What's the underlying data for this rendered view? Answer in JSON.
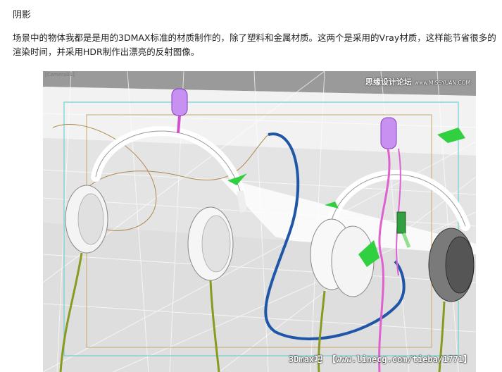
{
  "article": {
    "heading": "阴影",
    "paragraph": "场景中的物体我都是是用的3DMAX标准的材质制作的，除了塑料和金属材质。这两个是采用的Vray材质，这样能节省很多的渲染时间，并采用HDR制作出漂亮的反射图像。"
  },
  "viewport": {
    "label": "[Camera01]",
    "watermark_top": "思缘设计论坛",
    "watermark_top_url": "www.MISSYUAN.COM",
    "watermark_bottom": "3Dmax吧 【www.linecg.com/tieba/1771】",
    "colors": {
      "background": "#d4d4d4",
      "safe_frame": "#6ed0d0",
      "render_frame": "#c9a86a",
      "cable_blue": "#1f56a8",
      "cable_pink": "#e060d0",
      "cable_green": "#8a9a20",
      "mic_purple": "#b070e0",
      "light_green": "#30d040"
    }
  }
}
